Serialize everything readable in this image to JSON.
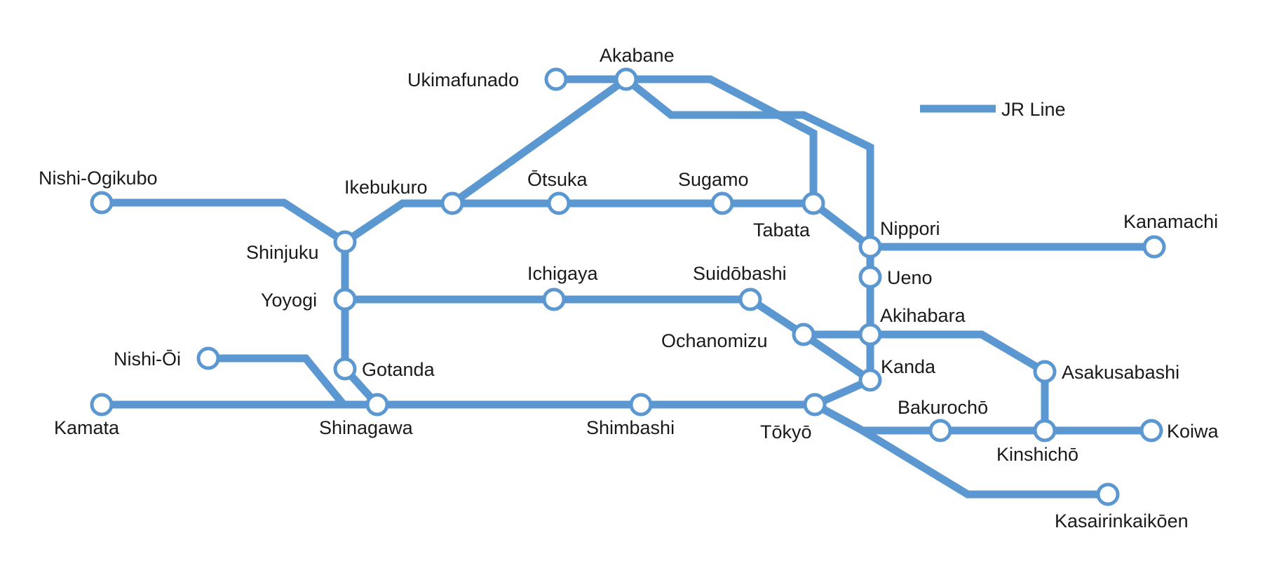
{
  "map": {
    "line_color": "#5b97d0",
    "legend": {
      "label": "JR Line"
    },
    "stations": {
      "akabane": "Akabane",
      "ukimafunado": "Ukimafunado",
      "nishi_ogikubo": "Nishi-Ogikubo",
      "ikebukuro": "Ikebukuro",
      "otsuka": "Ōtsuka",
      "sugamo": "Sugamo",
      "tabata": "Tabata",
      "nippori": "Nippori",
      "kanamachi": "Kanamachi",
      "shinjuku": "Shinjuku",
      "yoyogi": "Yoyogi",
      "ichigaya": "Ichigaya",
      "suidobashi": "Suidōbashi",
      "ueno": "Ueno",
      "akihabara": "Akihabara",
      "ochanomizu": "Ochanomizu",
      "kanda": "Kanda",
      "asakusabashi": "Asakusabashi",
      "nishi_oi": "Nishi-Ōi",
      "gotanda": "Gotanda",
      "kamata": "Kamata",
      "shinagawa": "Shinagawa",
      "shimbashi": "Shimbashi",
      "tokyo": "Tōkyō",
      "bakurocho": "Bakurochō",
      "kinshicho": "Kinshichō",
      "koiwa": "Koiwa",
      "kasairinkaikoen": "Kasairinkaikōen"
    }
  }
}
